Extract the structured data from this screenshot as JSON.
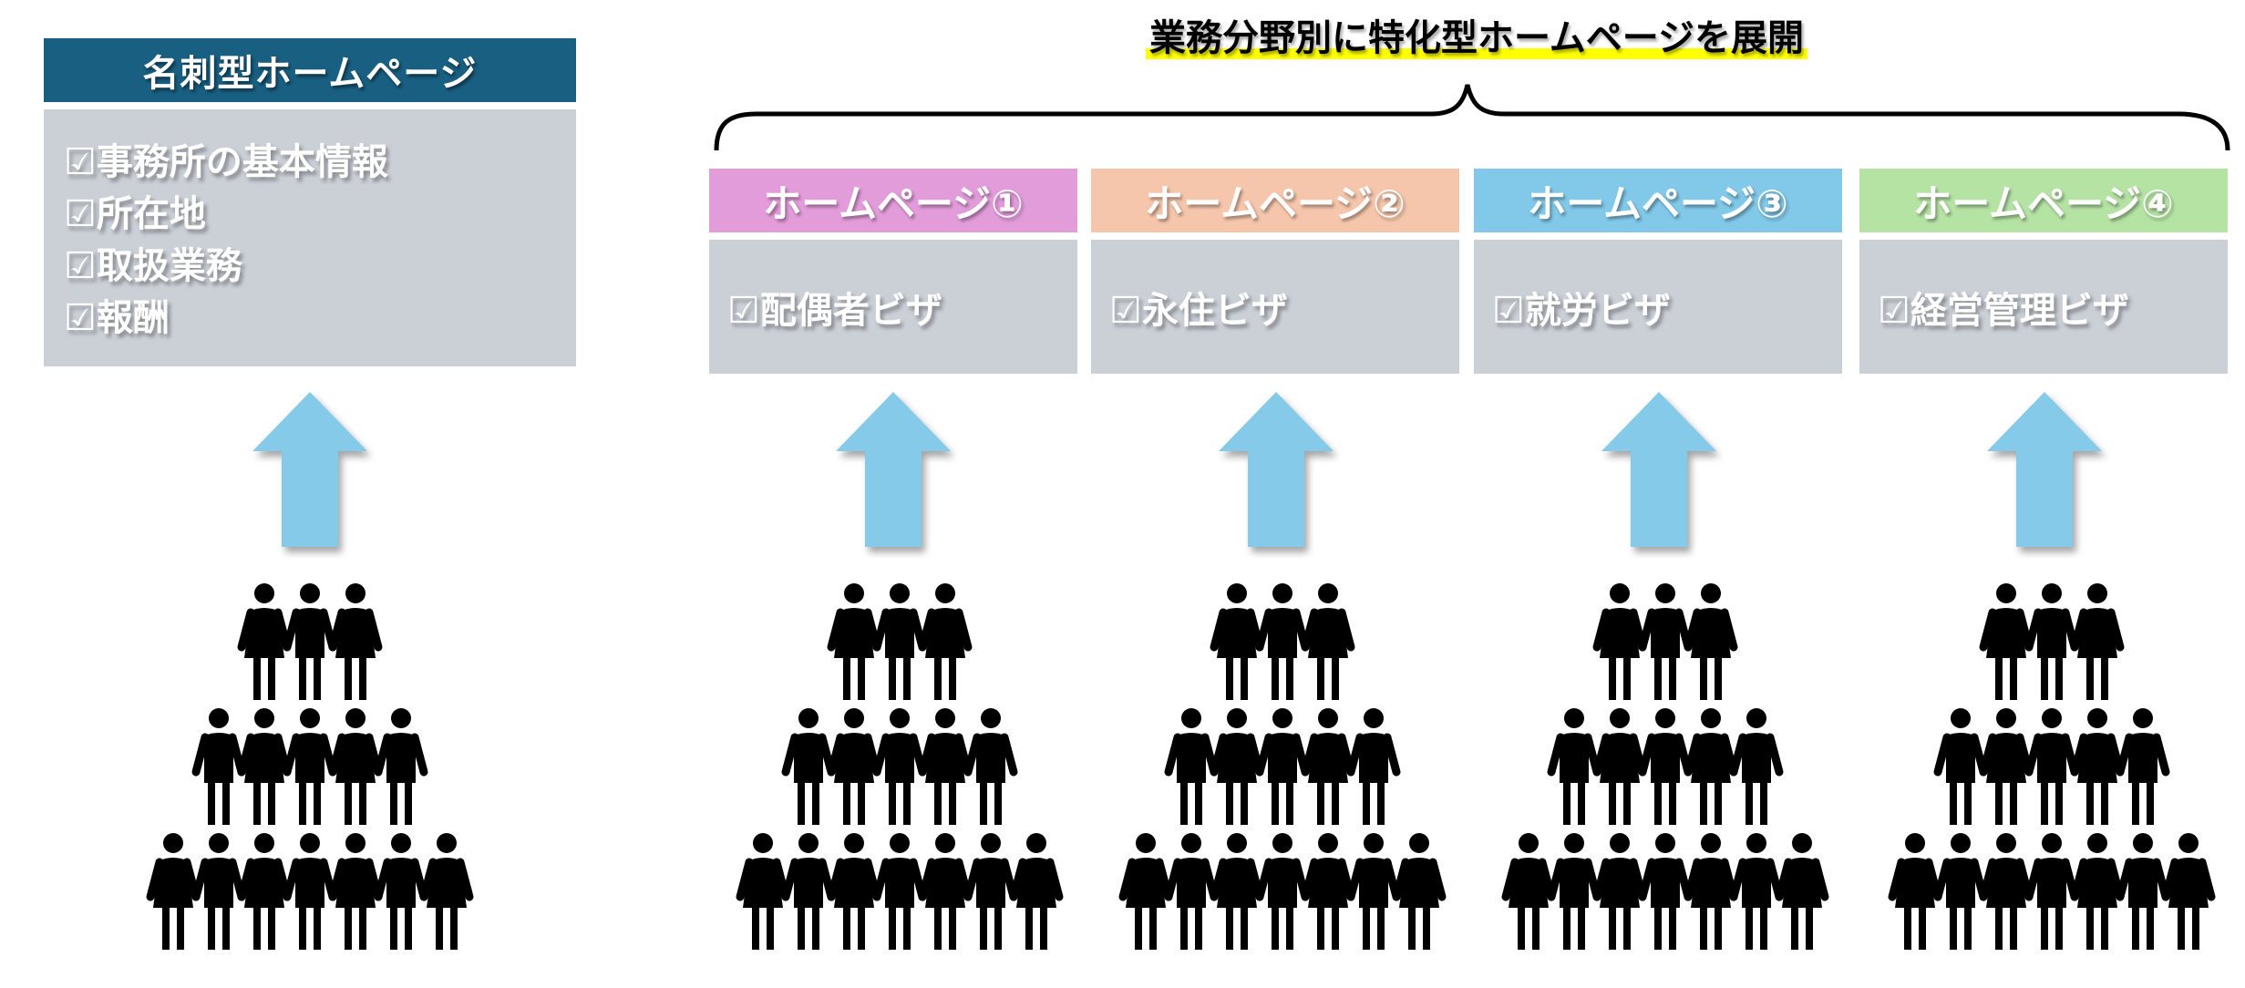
{
  "left_card": {
    "title": "名刺型ホームページ",
    "items": [
      "☑事務所の基本情報",
      "☑所在地",
      "☑取扱業務",
      "☑報酬"
    ],
    "title_color": "#195f81",
    "body_color": "#cbd0d7"
  },
  "headline": "業務分野別に特化型ホームページを展開",
  "headline_highlight": "#ffff00",
  "homepages": [
    {
      "title": "ホームページ①",
      "item": "☑配偶者ビザ",
      "color": "#e29cda"
    },
    {
      "title": "ホームページ②",
      "item": "☑永住ビザ",
      "color": "#f5c6ab"
    },
    {
      "title": "ホームページ③",
      "item": "☑就労ビザ",
      "color": "#82c9e9"
    },
    {
      "title": "ホームページ④",
      "item": "☑経営管理ビザ",
      "color": "#b5e3a4"
    }
  ],
  "arrow_color": "#85cae9",
  "crowd": {
    "icon": "people-group-icon",
    "rows": [
      3,
      5,
      7
    ]
  }
}
